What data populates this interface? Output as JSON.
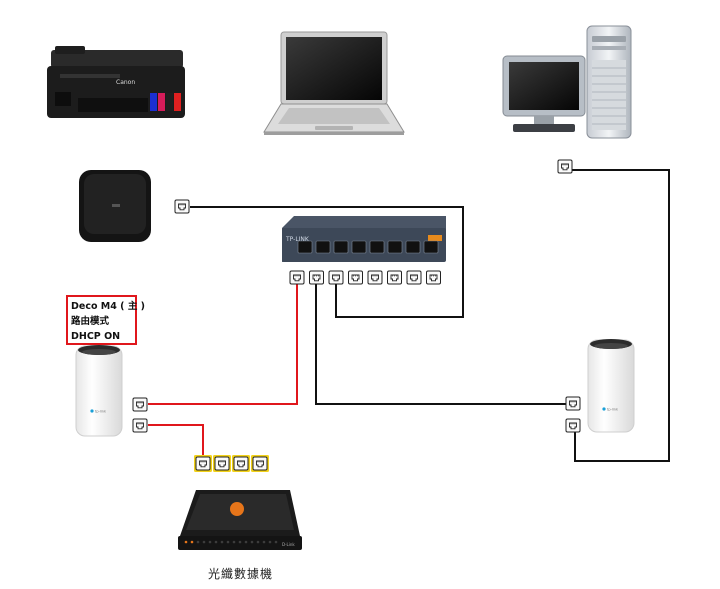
{
  "deco_main": {
    "name": "Deco M4 ( 主 )",
    "mode": "路由模式",
    "dhcp": "DHCP ON"
  },
  "modem": {
    "caption": "光纖數據機",
    "brand": "D-Link"
  },
  "printer": {
    "brand": "Canon"
  },
  "switch": {
    "brand": "TP-LINK",
    "port_count": 8
  },
  "colors": {
    "cable_black": "#111111",
    "cable_red": "#e0171c",
    "port_highlight": "#f2d21b",
    "device_dark": "#1a1a1a",
    "switch_body": "#3d4858"
  }
}
